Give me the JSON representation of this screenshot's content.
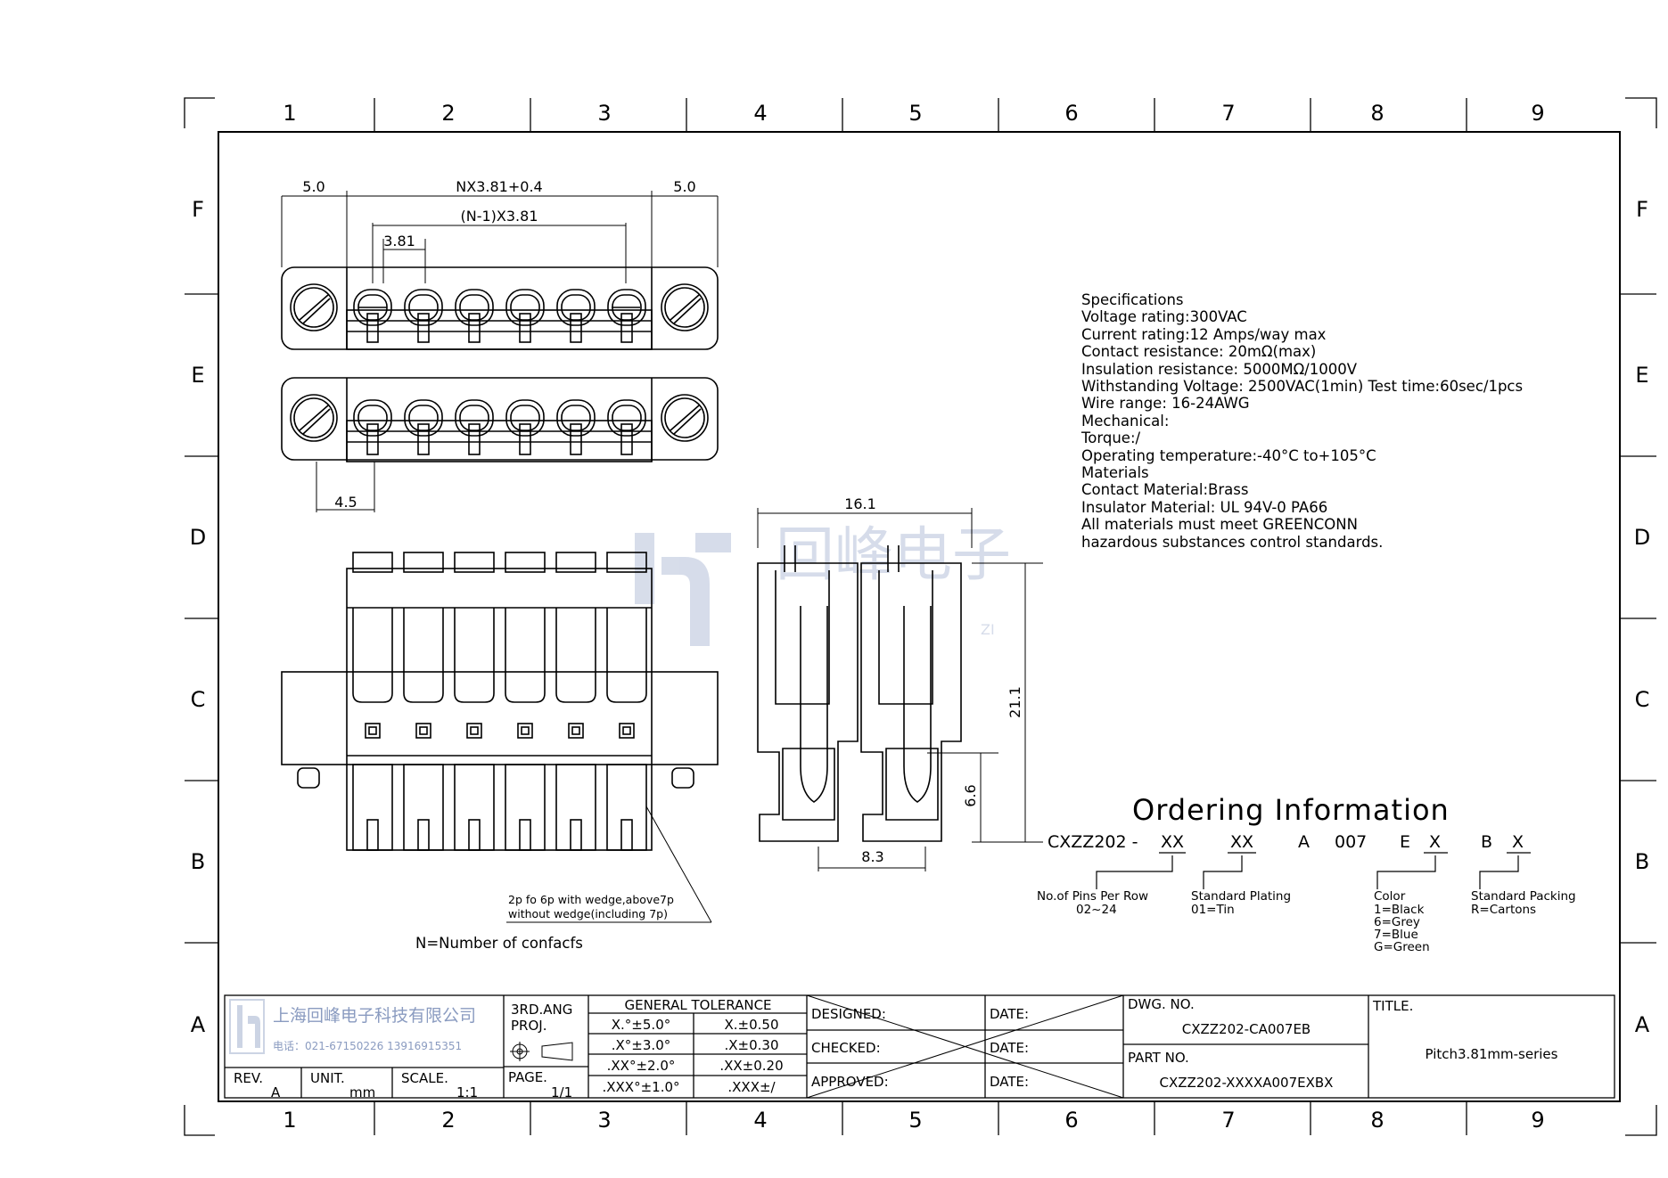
{
  "frame": {
    "columns": [
      "1",
      "2",
      "3",
      "4",
      "5",
      "6",
      "7",
      "8",
      "9"
    ],
    "rows": [
      "F",
      "E",
      "D",
      "C",
      "B",
      "A"
    ]
  },
  "dims": {
    "left_margin": "5.0",
    "overall": "NX3.81+0.4",
    "right_margin": "5.0",
    "span": "(N-1)X3.81",
    "pitch": "3.81",
    "offset": "4.5",
    "side_width": "16.1",
    "side_height": "21.1",
    "pin_height": "6.6",
    "pin_width": "8.3"
  },
  "notes": {
    "wedge_line1": "2p fo 6p with wedge,above7p",
    "wedge_line2": "without wedge(including 7p)",
    "contacts": "N=Number of confacfs"
  },
  "watermark": {
    "text": "回峰电子",
    "sub": "ZI"
  },
  "specs": [
    "Specifications",
    "Voltage rating:300VAC",
    "Current rating:12 Amps/way max",
    "Contact resistance: 20mΩ(max)",
    "Insulation resistance: 5000MΩ/1000V",
    "Withstanding Voltage: 2500VAC(1min) Test time:60sec/1pcs",
    "Wire range: 16-24AWG",
    "Mechanical:",
    "Torque:/",
    "Operating temperature:-40°C to+105°C",
    "Materials",
    "Contact Material:Brass",
    "Insulator Material: UL 94V-0 PA66",
    "All materials must meet GREENCONN",
    "hazardous substances control standards."
  ],
  "ordering": {
    "title": "Ordering Information",
    "prefix": "CXZZ202 -",
    "pins_code": "XX",
    "plating_code": "XX",
    "a": "A",
    "series": "007",
    "e": "E",
    "color_code": "X",
    "b": "B",
    "packing_code": "X",
    "pins_label": "No.of Pins Per Row",
    "pins_range": "02~24",
    "plating_label": "Standard Plating",
    "plating_value": "01=Tin",
    "color_label": "Color",
    "color_values": [
      "1=Black",
      "6=Grey",
      "7=Blue",
      "G=Green"
    ],
    "packing_label": "Standard Packing",
    "packing_value": "R=Cartons"
  },
  "title_block": {
    "company": "上海回峰电子科技有限公司",
    "phone": "电话：021-67150226 13916915351",
    "rev_label": "REV.",
    "rev_value": "A",
    "unit_label": "UNIT.",
    "unit_value": "mm",
    "scale_label": "SCALE.",
    "scale_value": "1:1",
    "proj_label_1": "3RD.ANG",
    "proj_label_2": "PROJ.",
    "page_label": "PAGE.",
    "page_value": "1/1",
    "tol_title": "GENERAL TOLERANCE",
    "tol_rows": [
      [
        "X.°±5.0°",
        "X.±0.50"
      ],
      [
        ".X°±3.0°",
        ".X±0.30"
      ],
      [
        ".XX°±2.0°",
        ".XX±0.20"
      ],
      [
        ".XXX°±1.0°",
        ".XXX±/"
      ]
    ],
    "designed": "DESIGNED:",
    "checked": "CHECKED:",
    "approved": "APPROVED:",
    "date": "DATE:",
    "dwg_label": "DWG. NO.",
    "dwg_value": "CXZZ202-CA007EB",
    "part_label": "PART NO.",
    "part_value": "CXZZ202-XXXXA007EXBX",
    "title_label": "TITLE.",
    "title_value": "Pitch3.81mm-series"
  }
}
